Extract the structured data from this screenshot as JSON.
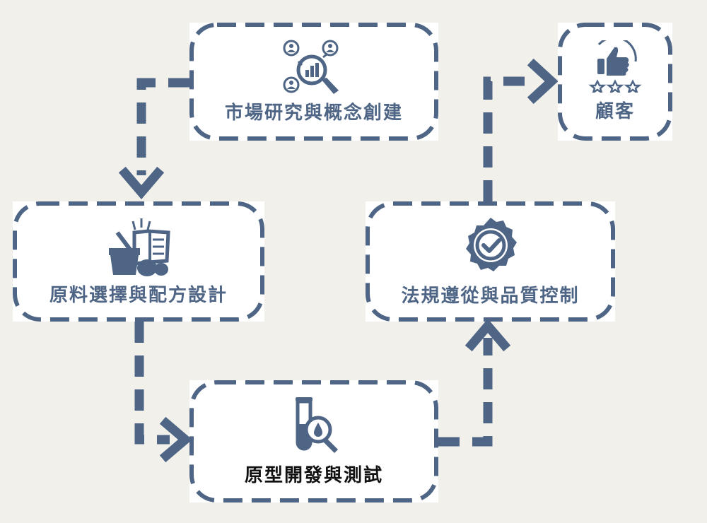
{
  "colors": {
    "primary": "#4e6585",
    "box_fill": "#ffffff",
    "background": "#f1f0eb",
    "dark_text": "#111111"
  },
  "nodes": {
    "market": {
      "label": "市場研究與概念創建",
      "icon": "market-research-icon"
    },
    "formula": {
      "label": "原料選擇與配方設計",
      "icon": "ingredients-icon"
    },
    "prototype": {
      "label": "原型開發與測試",
      "icon": "test-tube-icon"
    },
    "regulation": {
      "label": "法規遵從與品質控制",
      "icon": "check-badge-icon"
    },
    "customer": {
      "label": "顧客",
      "icon": "thumbs-up-rating-icon"
    }
  }
}
